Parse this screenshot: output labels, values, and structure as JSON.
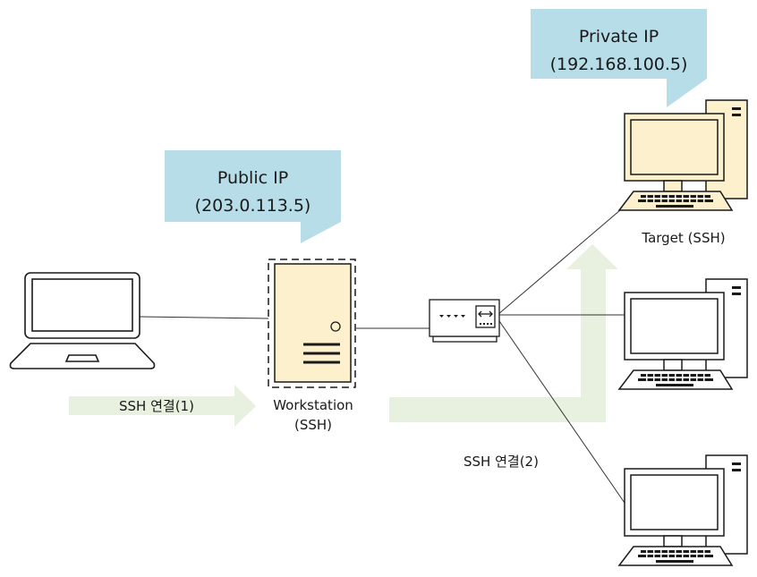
{
  "callouts": {
    "public": {
      "title": "Public IP",
      "address": "(203.0.113.5)"
    },
    "private": {
      "title": "Private IP",
      "address": "(192.168.100.5)"
    }
  },
  "nodes": {
    "laptop": {
      "type": "laptop-icon"
    },
    "workstation": {
      "type": "server-icon",
      "label_line1": "Workstation",
      "label_line2": "(SSH)"
    },
    "switch": {
      "type": "switch-icon"
    },
    "target": {
      "type": "desktop-computer-icon",
      "label": "Target (SSH)"
    },
    "host2": {
      "type": "desktop-computer-icon"
    },
    "host3": {
      "type": "desktop-computer-icon"
    }
  },
  "arrows": {
    "ssh1": {
      "label": "SSH 연결(1)"
    },
    "ssh2": {
      "label": "SSH 연결(2)"
    }
  },
  "colors": {
    "callout_fill": "#b7dde8",
    "arrow_fill": "#e8f0df",
    "device_fill": "#fdf0cc",
    "stroke": "#1a1a1a"
  }
}
